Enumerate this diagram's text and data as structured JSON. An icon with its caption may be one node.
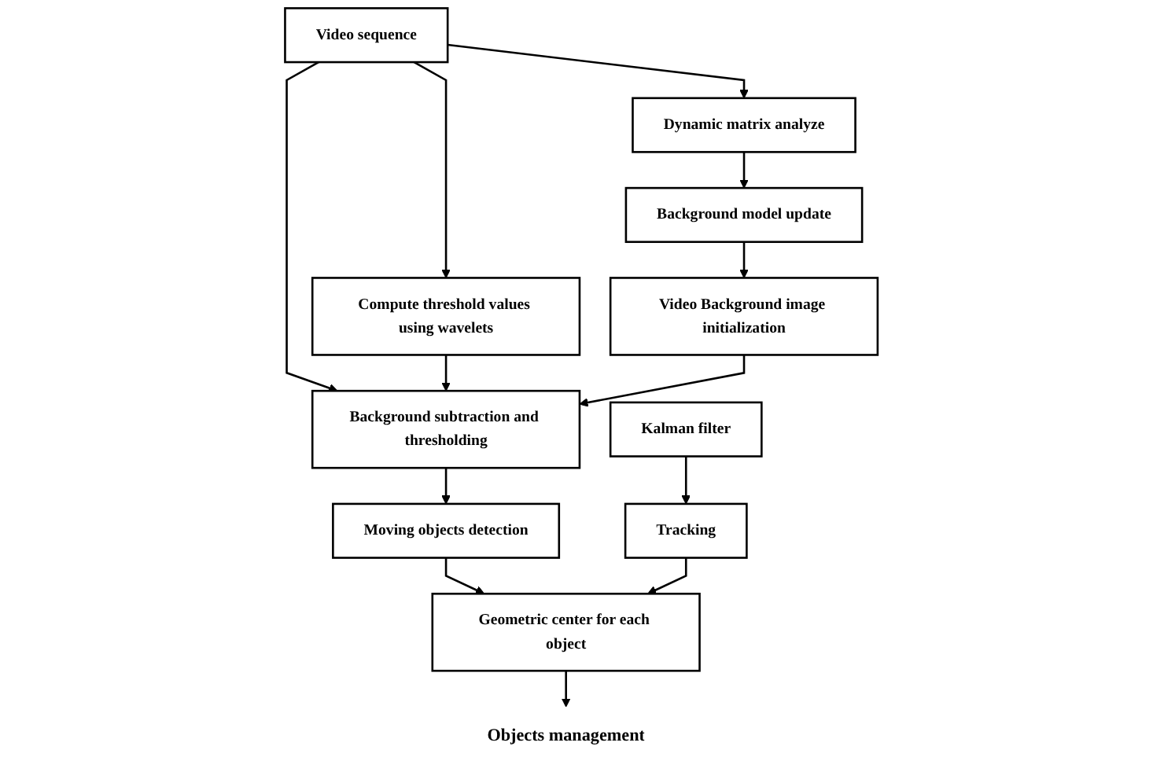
{
  "diagram": {
    "nodes": [
      {
        "text": [
          "Video sequence"
        ]
      },
      {
        "text": [
          "Compute threshold values using wavelets"
        ]
      },
      {
        "text": [
          "Background subtraction and thresholding"
        ]
      },
      {
        "text": [
          "Dynamic matrix analyze"
        ]
      },
      {
        "text": [
          "Kalman filter"
        ]
      },
      {
        "text": [
          "Moving objects detection"
        ]
      },
      {
        "text": [
          "Video Background image initialization"
        ]
      },
      {
        "text": [
          "Tracking"
        ]
      },
      {
        "text": [
          "Geometric center for each object"
        ]
      },
      {
        "text": [
          "Background model update"
        ]
      },
      {
        "text": [
          "Objects management"
        ]
      }
    ],
    "edges": [
      {
        "from": 0,
        "to": 1,
        "arrow": "to"
      },
      {
        "from": 0,
        "to": 2,
        "arrow": "to"
      },
      {
        "from": 0,
        "to": 3,
        "arrow": "to"
      },
      {
        "from": 1,
        "to": 2,
        "arrow": "to"
      },
      {
        "from": 3,
        "to": 9,
        "arrow": "to"
      },
      {
        "from": 9,
        "to": 6,
        "arrow": "to"
      },
      {
        "from": 6,
        "to": 2,
        "arrow": "to"
      },
      {
        "from": 2,
        "to": 5,
        "arrow": "to"
      },
      {
        "from": 4,
        "to": 7,
        "arrow": "to"
      },
      {
        "from": 5,
        "to": 8,
        "arrow": "to"
      },
      {
        "from": 7,
        "to": 8,
        "arrow": "to"
      },
      {
        "from": 8,
        "to": 10,
        "arrow": "to"
      }
    ]
  }
}
